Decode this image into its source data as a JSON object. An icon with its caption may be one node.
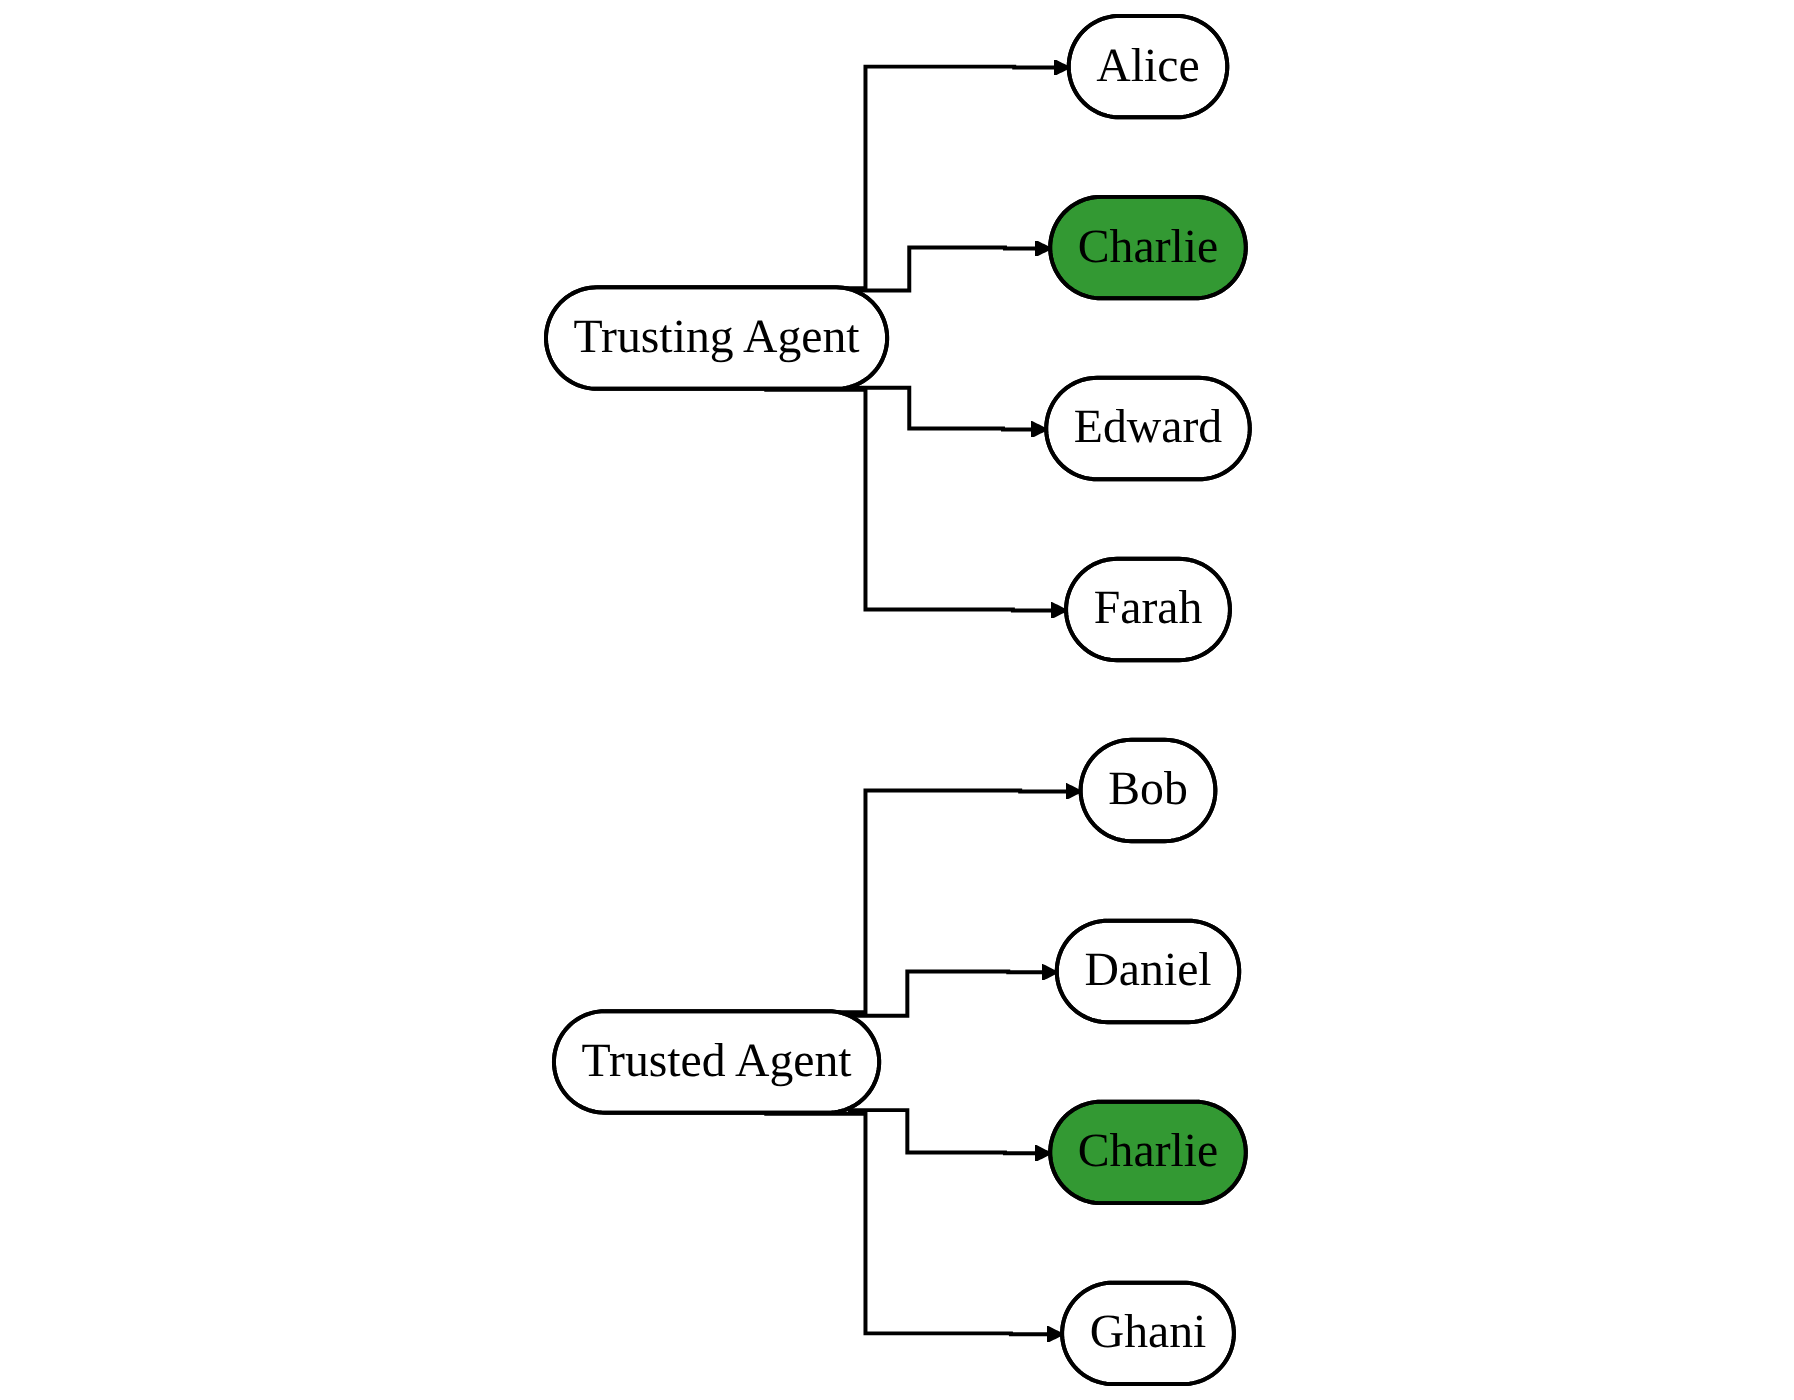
{
  "diagram": {
    "nodes": [
      {
        "text": [
          "Trusting Agent"
        ]
      },
      {
        "text": [
          "Alice"
        ]
      },
      {
        "text": [
          "Charlie"
        ]
      },
      {
        "text": [
          "Edward"
        ]
      },
      {
        "text": [
          "Farah"
        ]
      },
      {
        "text": [
          "Trusted Agent"
        ]
      },
      {
        "text": [
          "Bob"
        ]
      },
      {
        "text": [
          "Daniel"
        ]
      },
      {
        "text": [
          "Charlie"
        ]
      },
      {
        "text": [
          "Ghani"
        ]
      }
    ],
    "edges": [
      {
        "from": 0,
        "to": 1,
        "arrow": "to"
      },
      {
        "from": 0,
        "to": 2,
        "arrow": "to"
      },
      {
        "from": 0,
        "to": 3,
        "arrow": "to"
      },
      {
        "from": 0,
        "to": 4,
        "arrow": "to"
      },
      {
        "from": 5,
        "to": 6,
        "arrow": "to"
      },
      {
        "from": 5,
        "to": 7,
        "arrow": "to"
      },
      {
        "from": 5,
        "to": 8,
        "arrow": "to"
      },
      {
        "from": 5,
        "to": 9,
        "arrow": "to"
      }
    ]
  }
}
